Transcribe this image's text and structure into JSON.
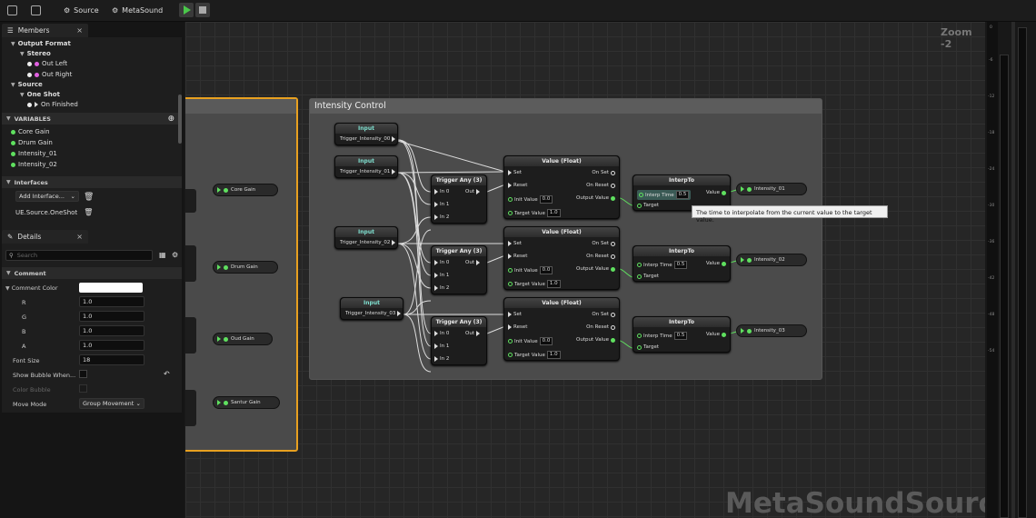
{
  "toolbar": {
    "source_label": "Source",
    "metasound_label": "MetaSound"
  },
  "members": {
    "tab_label": "Members",
    "close": "×",
    "output_format": "Output Format",
    "stereo": "Stereo",
    "out_left": "Out Left",
    "out_right": "Out Right",
    "source": "Source",
    "one_shot": "One Shot",
    "on_finished": "On Finished",
    "variables_header": "VARIABLES",
    "variables": [
      "Core Gain",
      "Drum Gain",
      "Intensity_01",
      "Intensity_02"
    ],
    "interfaces_header": "Interfaces",
    "add_interface": "Add Interface...",
    "interface_item": "UE.Source.OneShot"
  },
  "details": {
    "tab_label": "Details",
    "close": "×",
    "search_placeholder": "Search",
    "comment_header": "Comment",
    "comment_color_label": "Comment Color",
    "r_label": "R",
    "r_value": "1.0",
    "g_label": "G",
    "g_value": "1.0",
    "b_label": "B",
    "b_value": "1.0",
    "a_label": "A",
    "a_value": "1.0",
    "font_size_label": "Font Size",
    "font_size_value": "18",
    "show_bubble_label": "Show Bubble When...",
    "color_bubble_label": "Color Bubble",
    "move_mode_label": "Move Mode",
    "move_mode_value": "Group Movement"
  },
  "graph": {
    "zoom": "Zoom -2",
    "watermark": "MetaSoundSource",
    "comment_title": "Intensity Control",
    "left_outputs": [
      "Core Gain",
      "Drum Gain",
      "Oud Gain",
      "Santur Gain"
    ],
    "inputs": [
      {
        "header": "Input",
        "name": "Trigger_Intensity_00"
      },
      {
        "header": "Input",
        "name": "Trigger_Intensity_01"
      },
      {
        "header": "Input",
        "name": "Trigger_Intensity_02"
      },
      {
        "header": "Input",
        "name": "Trigger_Intensity_03"
      }
    ],
    "trigger_any": {
      "title": "Trigger Any (3)",
      "in0": "In 0",
      "in1": "In 1",
      "in2": "In 2",
      "out": "Out"
    },
    "value_node": {
      "title": "Value (Float)",
      "set": "Set",
      "reset": "Reset",
      "init_value": "Init Value",
      "init_val": "0.0",
      "target_value": "Target Value",
      "target_val": "1.0",
      "on_set": "On Set",
      "on_reset": "On Reset",
      "output_value": "Output Value"
    },
    "interp": {
      "title": "InterpTo",
      "interp_time": "Interp Time",
      "interp_val": "0.5",
      "value": "Value",
      "target": "Target"
    },
    "outputs": [
      "Intensity_01",
      "Intensity_02",
      "Intensity_03"
    ],
    "tooltip": "The time to interpolate from the current value to the target value."
  },
  "ruler": [
    "0",
    "-6",
    "-12",
    "-18",
    "-24",
    "-30",
    "-36",
    "-42",
    "-48",
    "-54"
  ]
}
